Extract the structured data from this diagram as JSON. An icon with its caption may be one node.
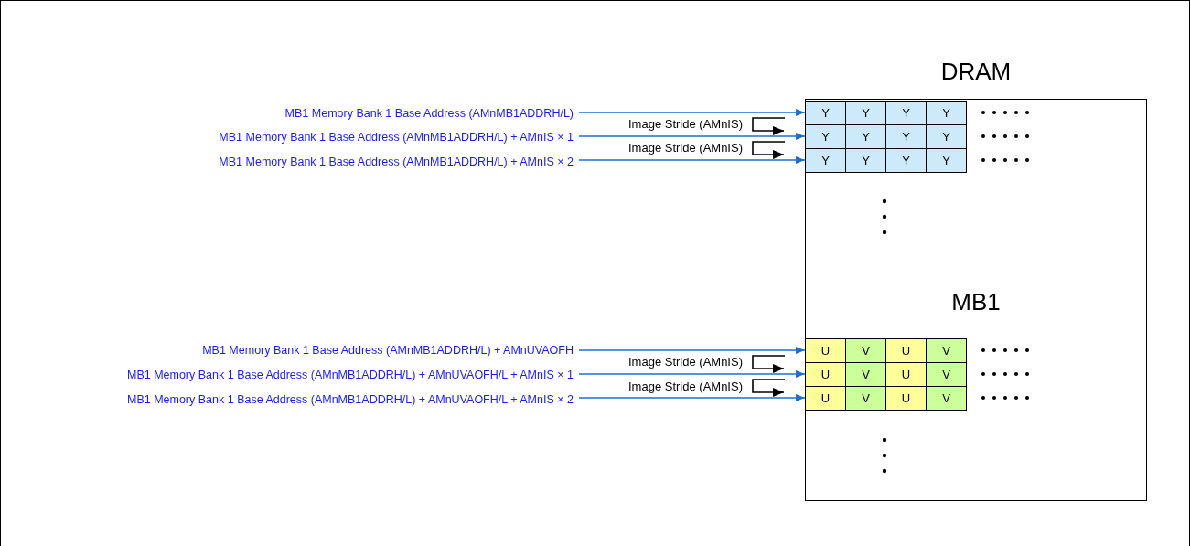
{
  "diagram": {
    "nodes": [
      {
        "text": [
          "DRAM",
          "MB1"
        ]
      },
      {
        "text": [
          "Y"
        ],
        "in": 0
      },
      {
        "text": [
          "Y"
        ],
        "in": 0
      },
      {
        "text": [
          "Y"
        ],
        "in": 0
      },
      {
        "text": [
          "Y"
        ],
        "in": 0
      },
      {
        "text": [
          "Y"
        ],
        "in": 0
      },
      {
        "text": [
          "Y"
        ],
        "in": 0
      },
      {
        "text": [
          "Y"
        ],
        "in": 0
      },
      {
        "text": [
          "Y"
        ],
        "in": 0
      },
      {
        "text": [
          "Y"
        ],
        "in": 0
      },
      {
        "text": [
          "Y"
        ],
        "in": 0
      },
      {
        "text": [
          "Y"
        ],
        "in": 0
      },
      {
        "text": [
          "Y"
        ],
        "in": 0
      },
      {
        "text": [
          "U"
        ],
        "in": 0
      },
      {
        "text": [
          "V"
        ],
        "in": 0
      },
      {
        "text": [
          "U"
        ],
        "in": 0
      },
      {
        "text": [
          "V"
        ],
        "in": 0
      },
      {
        "text": [
          "U"
        ],
        "in": 0
      },
      {
        "text": [
          "V"
        ],
        "in": 0
      },
      {
        "text": [
          "U"
        ],
        "in": 0
      },
      {
        "text": [
          "V"
        ],
        "in": 0
      },
      {
        "text": [
          "U"
        ],
        "in": 0
      },
      {
        "text": [
          "V"
        ],
        "in": 0
      },
      {
        "text": [
          "U"
        ],
        "in": 0
      },
      {
        "text": [
          "V"
        ],
        "in": 0
      },
      {
        "text": [
          "MB1 Memory Bank 1 Base Address (AMnMB1ADDRH/L)"
        ]
      },
      {
        "text": [
          "MB1 Memory Bank 1 Base Address (AMnMB1ADDRH/L) + AMnIS × 1"
        ]
      },
      {
        "text": [
          "MB1 Memory Bank 1 Base Address (AMnMB1ADDRH/L) + AMnIS × 2"
        ]
      },
      {
        "text": [
          "MB1 Memory Bank 1 Base Address (AMnMB1ADDRH/L) + AMnUVAOFH"
        ]
      },
      {
        "text": [
          "MB1 Memory Bank 1 Base Address (AMnMB1ADDRH/L) + AMnUVAOFH/L + AMnIS × 1"
        ]
      },
      {
        "text": [
          "MB1 Memory Bank 1 Base Address (AMnMB1ADDRH/L) + AMnUVAOFH/L + AMnIS × 2"
        ]
      }
    ],
    "edges": [
      {
        "from": 25,
        "to": 1,
        "arrow": "to"
      },
      {
        "from": 26,
        "to": 5,
        "arrow": "to"
      },
      {
        "from": 27,
        "to": 9,
        "arrow": "to"
      },
      {
        "from": 28,
        "to": 13,
        "arrow": "to"
      },
      {
        "from": 29,
        "to": 17,
        "arrow": "to"
      },
      {
        "from": 30,
        "to": 21,
        "arrow": "to"
      }
    ],
    "labels": [
      "Image Stride (AMnIS)",
      "Image Stride (AMnIS)",
      "Image Stride (AMnIS)",
      "Image Stride (AMnIS)"
    ]
  }
}
